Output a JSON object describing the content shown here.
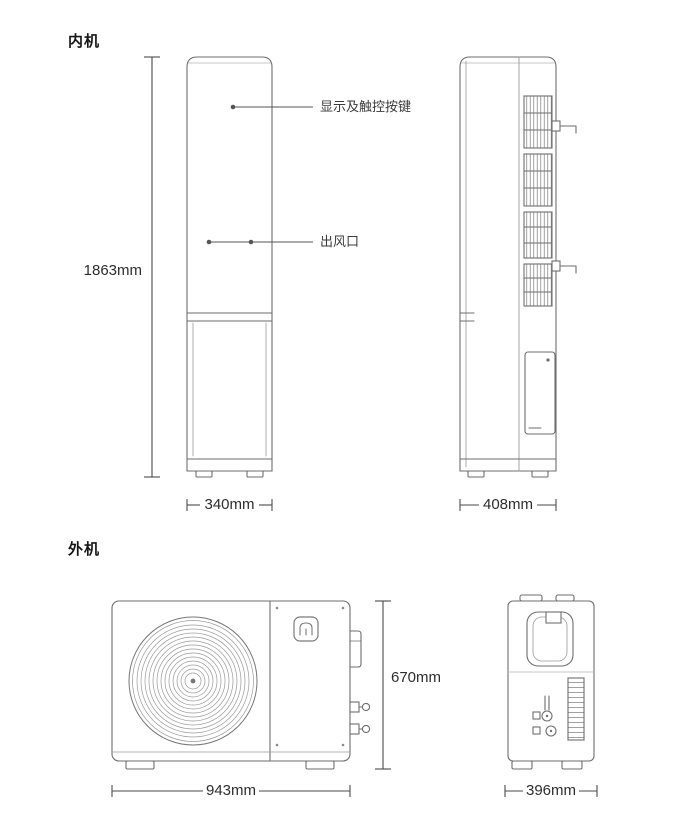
{
  "page": {
    "background": "#ffffff"
  },
  "colors": {
    "line": "#6e6e6e",
    "line_light": "#9a9a9a",
    "dimension_line": "#4a4a4a",
    "text": "#2d2d2d"
  },
  "indoor_unit": {
    "section_title": "内机",
    "front_view": {
      "height_dimension": "1863mm",
      "width_dimension": "340mm",
      "callouts": [
        {
          "label": "显示及触控按键"
        },
        {
          "label": "出风口"
        }
      ]
    },
    "side_view": {
      "depth_dimension": "408mm"
    }
  },
  "outdoor_unit": {
    "section_title": "外机",
    "front_view": {
      "height_dimension": "670mm",
      "width_dimension": "943mm"
    },
    "side_view": {
      "depth_dimension": "396mm"
    },
    "logo_icon": "mijia-logo"
  }
}
